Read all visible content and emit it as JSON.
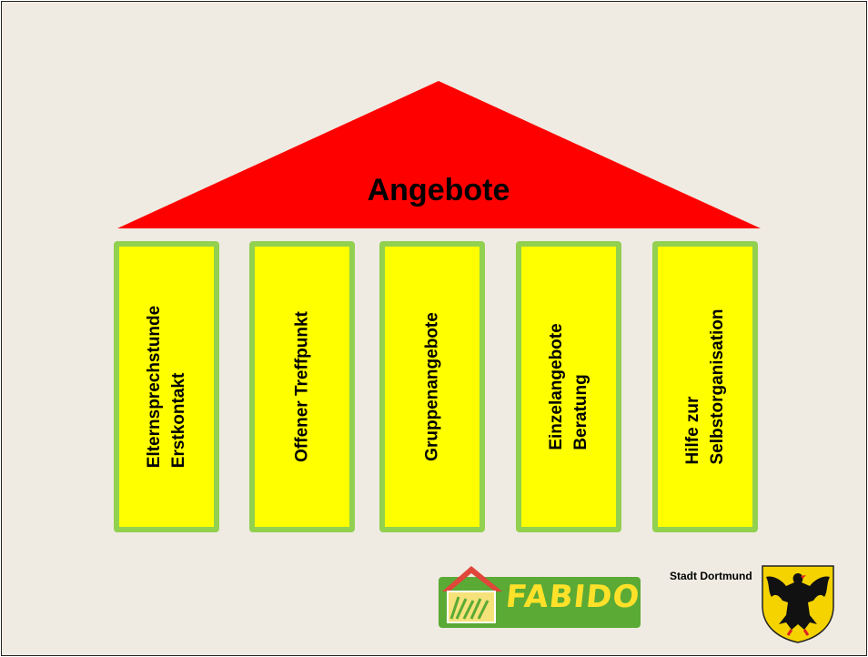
{
  "title": "Angebote",
  "pillars": [
    {
      "lines": [
        "Elternsprechstunde",
        "Erstkontakt"
      ]
    },
    {
      "lines": [
        "Offener Treffpunkt"
      ]
    },
    {
      "lines": [
        "Gruppenangebote"
      ]
    },
    {
      "lines": [
        "Einzelangebote",
        "Beratung"
      ]
    },
    {
      "lines": [
        "Hilfe zur",
        "Selbstorganisation"
      ]
    }
  ],
  "logos": {
    "fabido": "FABIDO",
    "city": "Stadt Dortmund"
  },
  "colors": {
    "roof": "#ff0000",
    "pillar_fill": "#ffff00",
    "pillar_border": "#92d050",
    "background": "#efebe2"
  }
}
